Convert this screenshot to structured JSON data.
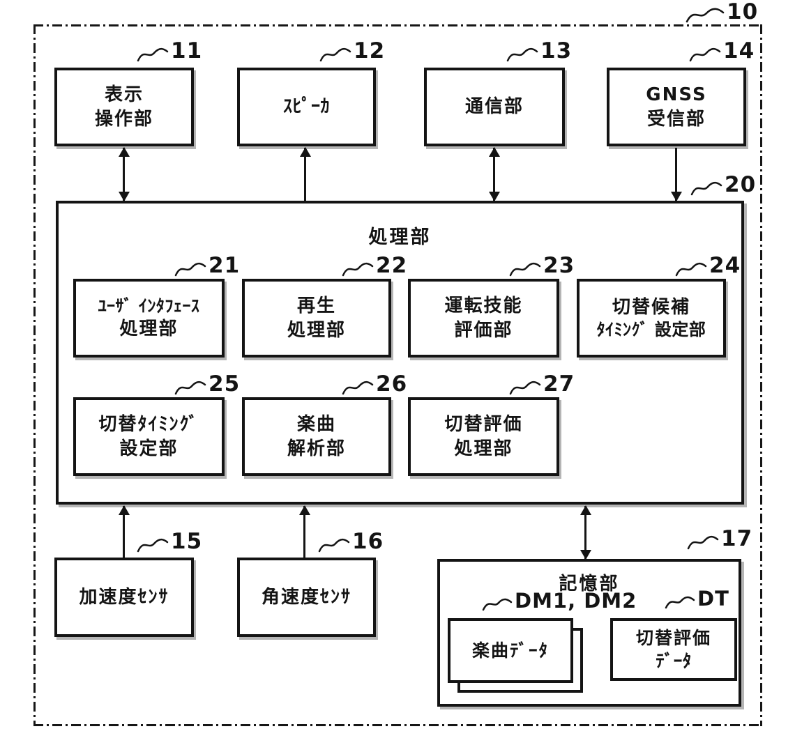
{
  "figure": {
    "system_label": "10",
    "colors": {
      "ink": "#141414",
      "background": "#ffffff"
    },
    "processing_unit": {
      "ref": "20",
      "title": "処理部"
    },
    "storage_unit": {
      "ref": "17",
      "title": "記憶部"
    },
    "blocks": {
      "display_operation": {
        "ref": "11",
        "line1": "表示",
        "line2": "操作部"
      },
      "speaker": {
        "ref": "12",
        "line1": "ｽﾋﾟｰｶ"
      },
      "communication": {
        "ref": "13",
        "line1": "通信部"
      },
      "gnss_receiver": {
        "ref": "14",
        "line1": "GNSS",
        "line2": "受信部"
      },
      "user_interface_processing": {
        "ref": "21",
        "line1": "ﾕｰｻﾞ ｲﾝﾀﾌｪｰｽ",
        "line2": "処理部"
      },
      "playback_processing": {
        "ref": "22",
        "line1": "再生",
        "line2": "処理部"
      },
      "driving_skill_evaluation": {
        "ref": "23",
        "line1": "運転技能",
        "line2": "評価部"
      },
      "switch_candidate_timing_setting": {
        "ref": "24",
        "line1": "切替候補",
        "line2": "ﾀｲﾐﾝｸﾞ 設定部"
      },
      "switch_timing_setting": {
        "ref": "25",
        "line1": "切替ﾀｲﾐﾝｸﾞ",
        "line2": "設定部"
      },
      "music_analysis": {
        "ref": "26",
        "line1": "楽曲",
        "line2": "解析部"
      },
      "switch_evaluation_processing": {
        "ref": "27",
        "line1": "切替評価",
        "line2": "処理部"
      },
      "acceleration_sensor": {
        "ref": "15",
        "line1": "加速度ｾﾝｻ"
      },
      "angular_velocity_sensor": {
        "ref": "16",
        "line1": "角速度ｾﾝｻ"
      },
      "music_data": {
        "ref": "DM1, DM2",
        "line1": "楽曲ﾃﾞｰﾀ"
      },
      "switch_evaluation_data": {
        "ref": "DT",
        "line1": "切替評価",
        "line2": "ﾃﾞｰﾀ"
      }
    },
    "connections": [
      {
        "from": "display_operation",
        "to": "processing_unit",
        "direction": "bidirectional"
      },
      {
        "from": "processing_unit",
        "to": "speaker",
        "direction": "up"
      },
      {
        "from": "communication",
        "to": "processing_unit",
        "direction": "bidirectional"
      },
      {
        "from": "gnss_receiver",
        "to": "processing_unit",
        "direction": "down"
      },
      {
        "from": "acceleration_sensor",
        "to": "processing_unit",
        "direction": "up"
      },
      {
        "from": "angular_velocity_sensor",
        "to": "processing_unit",
        "direction": "up"
      },
      {
        "from": "processing_unit",
        "to": "storage_unit",
        "direction": "bidirectional"
      }
    ]
  }
}
